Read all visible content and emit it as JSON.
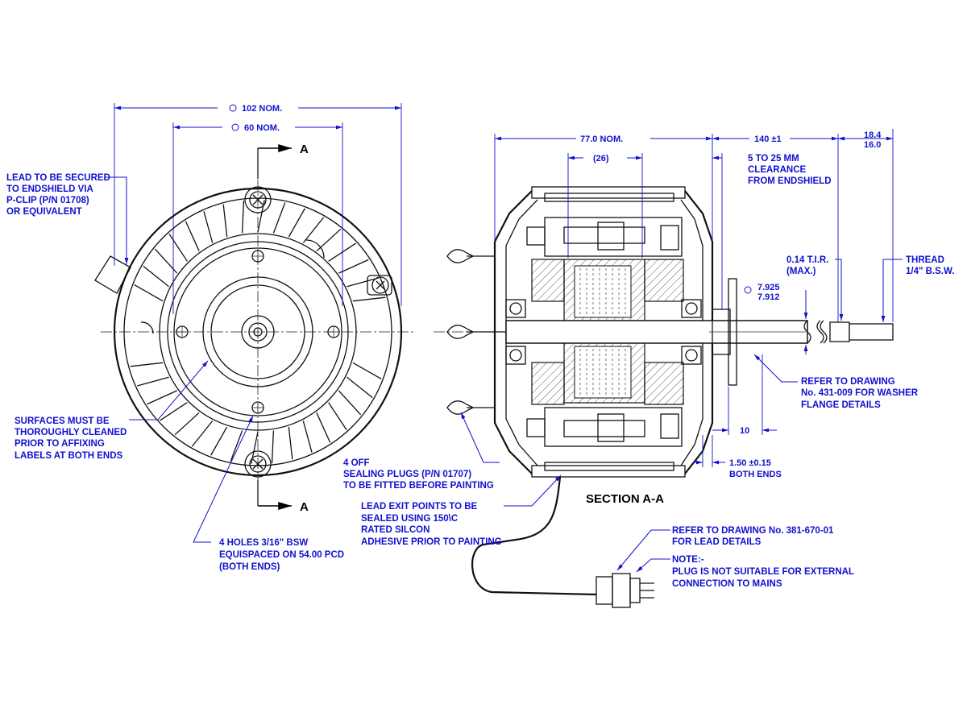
{
  "notes": {
    "lead_secured": [
      "LEAD TO BE SECURED",
      "TO ENDSHIELD VIA",
      "P-CLIP (P/N 01708)",
      "OR EQUIVALENT"
    ],
    "surfaces": [
      "SURFACES MUST BE",
      "THOROUGHLY CLEANED",
      "PRIOR TO AFFIXING",
      "LABELS AT BOTH ENDS"
    ],
    "holes": [
      "4 HOLES 3/16\" BSW",
      "EQUISPACED ON 54.00 PCD",
      "(BOTH ENDS)"
    ],
    "sealing_plugs": [
      "4 OFF",
      "SEALING PLUGS (P/N 01707)",
      "TO BE FITTED BEFORE PAINTING"
    ],
    "lead_exit": [
      "LEAD EXIT POINTS TO BE",
      "SEALED USING 150\\C",
      "RATED SILCON",
      "ADHESIVE PRIOR TO PAINTING"
    ],
    "clearance": [
      "5 TO 25 MM",
      "CLEARANCE",
      "FROM ENDSHIELD"
    ],
    "tir": [
      "0.14 T.I.R.",
      "(MAX.)"
    ],
    "thread": [
      "THREAD",
      "1/4\" B.S.W."
    ],
    "washer": [
      "REFER TO DRAWING",
      "No. 431-009 FOR WASHER",
      "FLANGE DETAILS"
    ],
    "lead_details": [
      "REFER TO DRAWING No. 381-670-01",
      "FOR LEAD DETAILS"
    ],
    "plug_note": [
      "NOTE:-",
      "PLUG IS NOT SUITABLE FOR EXTERNAL",
      "CONNECTION TO MAINS"
    ]
  },
  "dimensions": {
    "dia_102": "102  NOM.",
    "dia_60": "60  NOM.",
    "len_77": "77.0  NOM.",
    "len_26": "(26)",
    "len_140": "140 ±1",
    "len_184": "18.4",
    "len_160": "16.0",
    "shaft_hi": "7.925",
    "shaft_lo": "7.912",
    "len_10": "10",
    "len_150": "1.50  ±0.15",
    "both_ends": "BOTH ENDS"
  },
  "section_labels": {
    "a_top": "A",
    "a_bottom": "A",
    "section": "SECTION A-A"
  }
}
